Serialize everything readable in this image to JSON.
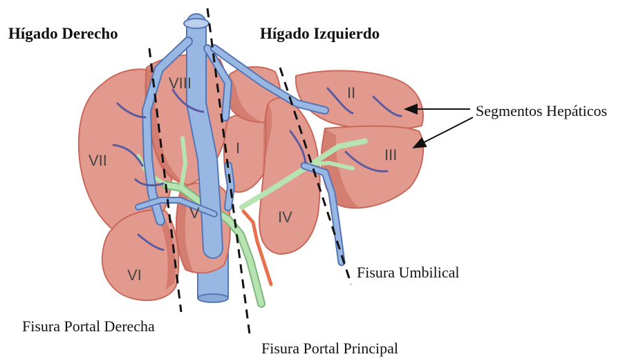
{
  "headings": {
    "right_liver": "Hígado Derecho",
    "left_liver": "Hígado Izquierdo"
  },
  "segments": {
    "s1": "I",
    "s2": "II",
    "s3": "III",
    "s4": "IV",
    "s5": "V",
    "s6": "VI",
    "s7": "VII",
    "s8": "VIII"
  },
  "annotations": {
    "segmentos": "Segmentos Hepáticos",
    "fisura_umbilical": "Fisura Umbilical",
    "fisura_portal_derecha": "Fisura Portal Derecha",
    "fisura_portal_principal": "Fisura Portal Principal"
  },
  "colors": {
    "liver": "#e39a8e",
    "liver_dark": "#c9675a",
    "vein": "#98b7e2",
    "vein_edge": "#5575b4",
    "portal": "#aedcab",
    "artery": "#e8704f"
  }
}
